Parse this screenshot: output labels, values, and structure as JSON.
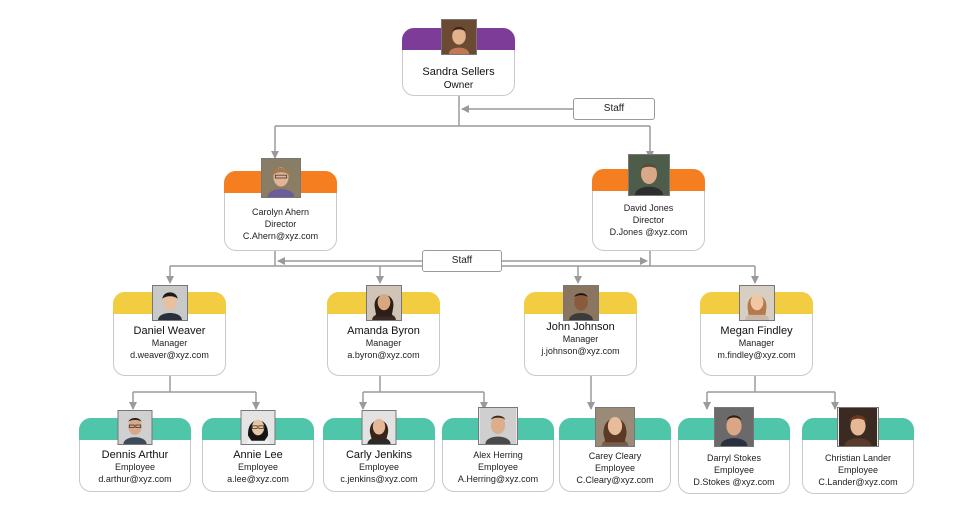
{
  "colors": {
    "owner": "#7d3c98",
    "director": "#f57f20",
    "manager": "#f2cd42",
    "employee": "#4fc6a9",
    "line": "#9a9a9a"
  },
  "staff_labels": {
    "top": "Staff",
    "middle": "Staff"
  },
  "owner": {
    "name": "Sandra Sellers",
    "role": "Owner"
  },
  "directors": [
    {
      "name": "Carolyn Ahern",
      "role": "Director",
      "email": "C.Ahern@xyz.com"
    },
    {
      "name": "David Jones",
      "role": "Director",
      "email": "D.Jones @xyz.com"
    }
  ],
  "managers": [
    {
      "name": "Daniel Weaver",
      "role": "Manager",
      "email": "d.weaver@xyz.com"
    },
    {
      "name": "Amanda Byron",
      "role": "Manager",
      "email": "a.byron@xyz.com"
    },
    {
      "name": "John Johnson",
      "role": "Manager",
      "email": "j.johnson@xyz.com"
    },
    {
      "name": "Megan Findley",
      "role": "Manager",
      "email": "m.findley@xyz.com"
    }
  ],
  "employees": [
    {
      "name": "Dennis Arthur",
      "role": "Employee",
      "email": "d.arthur@xyz.com"
    },
    {
      "name": "Annie Lee",
      "role": "Employee",
      "email": "a.lee@xyz.com"
    },
    {
      "name": "Carly Jenkins",
      "role": "Employee",
      "email": "c.jenkins@xyz.com"
    },
    {
      "name": "Alex Herring",
      "role": "Employee",
      "email": "A.Herring@xyz.com"
    },
    {
      "name": "Carey Cleary",
      "role": "Employee",
      "email": "C.Cleary@xyz.com"
    },
    {
      "name": "Darryl Stokes",
      "role": "Employee",
      "email": "D.Stokes @xyz.com"
    },
    {
      "name": "Christian Lander",
      "role": "Employee",
      "email": "C.Lander@xyz.com"
    }
  ]
}
